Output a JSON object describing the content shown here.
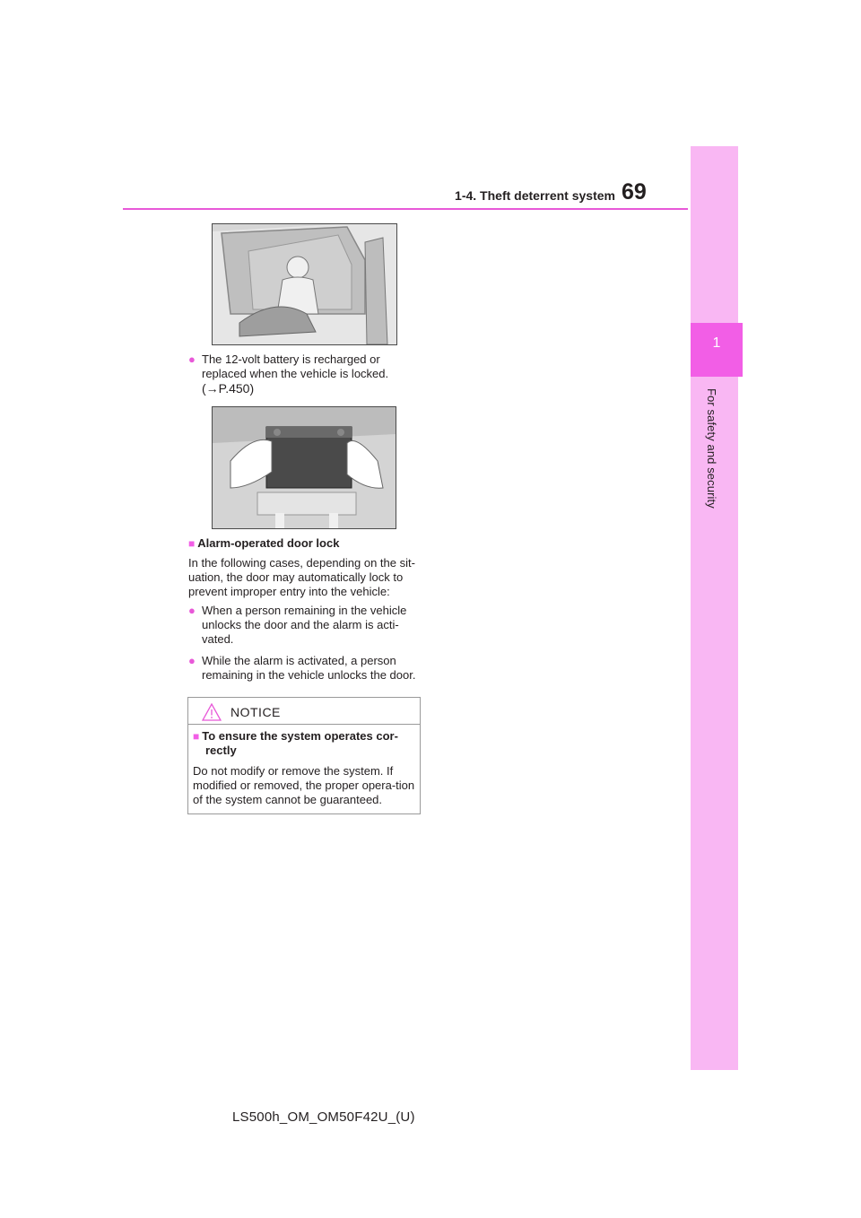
{
  "header": {
    "section_title": "1-4. Theft deterrent system",
    "page_number": "69"
  },
  "side_tab": {
    "chapter_number": "1",
    "chapter_label": "For safety and security"
  },
  "content": {
    "bullet_battery": "The 12-volt battery is recharged or replaced when the vehicle is locked.",
    "bullet_battery_ref": "(→P.450)",
    "alarm_heading": "Alarm-operated door lock",
    "alarm_intro": "In the following cases, depending on the sit-uation, the door may automatically lock to prevent improper entry into the vehicle:",
    "bullet_unlock_alarm": "When a person remaining in the vehicle unlocks the door and the alarm is acti-vated.",
    "bullet_alarm_unlock": "While the alarm is activated, a person remaining in the vehicle unlocks the door."
  },
  "notice": {
    "title": "NOTICE",
    "heading_line1": "To ensure the system operates cor-",
    "heading_line2": "rectly",
    "body": "Do not modify or remove the system. If modified or removed, the proper opera-tion of the system cannot be guaranteed."
  },
  "footer": {
    "manual_code": "LS500h_OM_OM50F42U_(U)"
  },
  "colors": {
    "accent_pink": "#e858d8",
    "tab_magenta": "#f25ee6",
    "strip_light_pink": "#f9b7f3"
  }
}
